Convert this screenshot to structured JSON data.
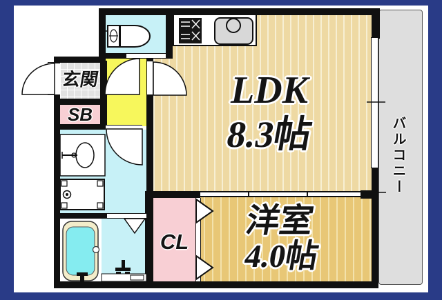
{
  "colors": {
    "background": "#293b87",
    "plan_bg": "#ffffff",
    "wall": "#101010",
    "ldk_floor": "#eed9a3",
    "ldk_stripe": "#f7efd3",
    "western_floor": "#e8c776",
    "western_stripe": "#f3e2ac",
    "wet_room": "#c7f1f7",
    "hall": "#f7f75c",
    "pink": "#f8cfd4",
    "tile": "#e2e2e2",
    "balcony": "#dedede",
    "tub_rim": "#f3edca",
    "tub_water": "#85ecf0"
  },
  "rooms": {
    "ldk": {
      "label": "LDK",
      "size": "8.3帖"
    },
    "western": {
      "label": "洋室",
      "size": "4.0帖"
    },
    "entrance": {
      "label": "玄関"
    },
    "shoe_box": {
      "label": "SB"
    },
    "closet": {
      "label": "CL"
    },
    "balcony": {
      "label": "バルコニー"
    }
  },
  "fixtures": {
    "icons": [
      "toilet-icon",
      "stove-icon",
      "kitchen-sink-icon",
      "vanity-basin-icon",
      "washing-machine-icon",
      "bathtub-icon",
      "shower-tap-icon",
      "bath-counter-icon"
    ],
    "symbols": [
      "entrance-door-arc",
      "toilet-door-arc",
      "ldk-door-arc",
      "washroom-door-arc",
      "folding-bath-door",
      "closet-door-arrows",
      "sliding-door-divider",
      "window-right"
    ]
  }
}
